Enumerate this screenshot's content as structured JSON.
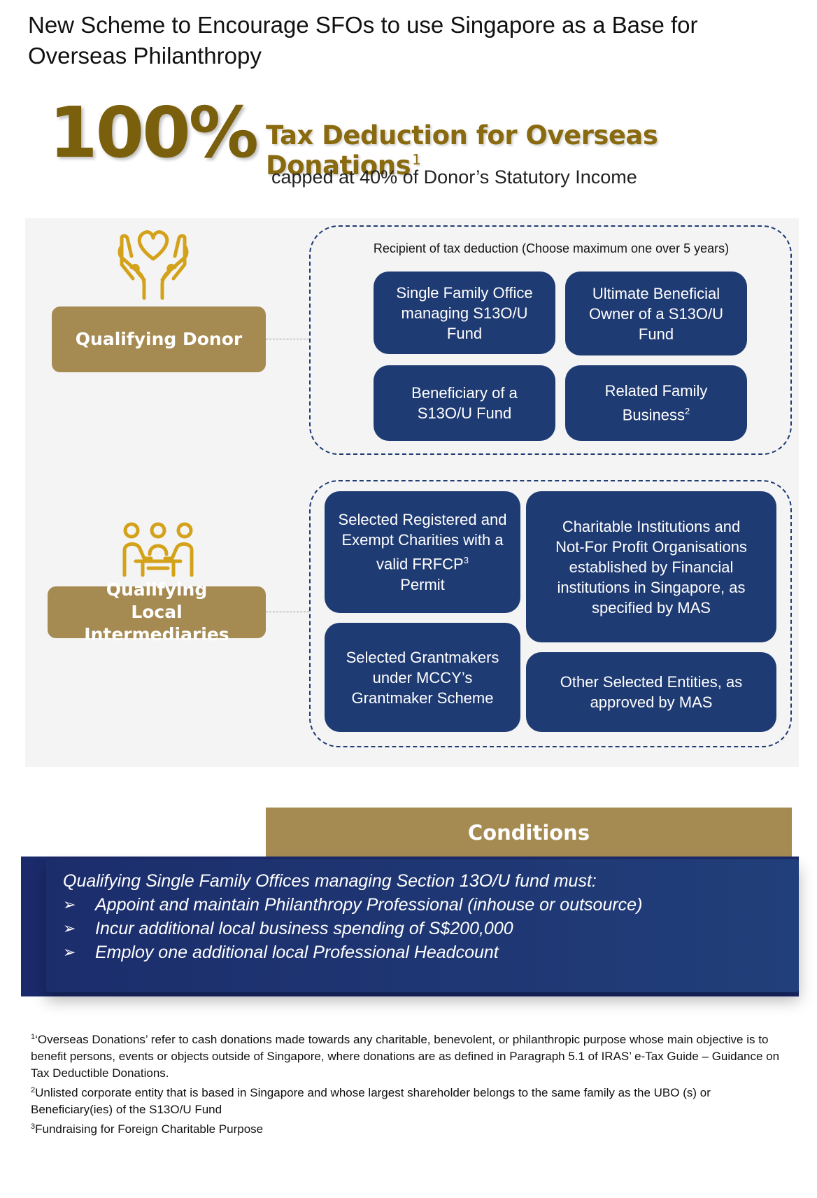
{
  "title": "New Scheme to Encourage SFOs to use Singapore as a Base for Overseas Philanthropy",
  "hero": {
    "percent": "100%",
    "headline": "Tax Deduction for Overseas Donations",
    "headline_sup": "1",
    "subhead": "capped at 40% of Donor’s Statutory Income"
  },
  "donor": {
    "label": "Qualifying Donor",
    "icon": "hands-heart-icon",
    "caption": "Recipient of tax deduction (Choose maximum one over 5 years)",
    "boxes": {
      "sfo": "Single Family Office managing S13O/U Fund",
      "ubo": "Ultimate Beneficial Owner of a S13O/U Fund",
      "beneficiary": "Beneficiary of a S13O/U Fund",
      "related_text": "Related Family Business",
      "related_sup": "2"
    }
  },
  "intermediaries": {
    "label": "Qualifying Local Intermediaries",
    "icon": "people-meeting-icon",
    "boxes": {
      "charities_text": "Selected Registered and Exempt Charities with a valid FRFCP",
      "charities_sup": "3",
      "charities_tail": "Permit",
      "institutions": "Charitable Institutions and Not-For Profit Organisations established by Financial institutions in Singapore, as specified by MAS",
      "grantmakers": "Selected Grantmakers under MCCY’s Grantmaker Scheme",
      "other": "Other Selected Entities, as approved by MAS"
    }
  },
  "conditions": {
    "heading": "Conditions",
    "intro": "Qualifying Single Family Offices managing Section 13O/U fund must:",
    "items": [
      "Appoint and maintain Philanthropy Professional (inhouse or outsource)",
      "Incur additional local business spending of S$200,000",
      "Employ one additional local Professional Headcount"
    ]
  },
  "footnotes": [
    {
      "num": "1",
      "text": "‘Overseas Donations’ refer to cash donations made towards any charitable, benevolent, or philanthropic purpose  whose main objective is to benefit persons, events or objects outside of Singapore, where donations are as defined in Paragraph 5.1 of IRAS’ e-Tax Guide – Guidance on Tax Deductible Donations."
    },
    {
      "num": "2",
      "text": "Unlisted corporate entity that is based in Singapore and whose largest shareholder belongs to the same family as the UBO (s) or Beneficiary(ies) of the S13O/U Fund"
    },
    {
      "num": "3",
      "text": "Fundraising for Foreign Charitable Purpose"
    }
  ],
  "colors": {
    "gold": "#a58a52",
    "dark_gold": "#7a5f0c",
    "navy": "#1f3b73",
    "panel": "#f4f4f4"
  }
}
